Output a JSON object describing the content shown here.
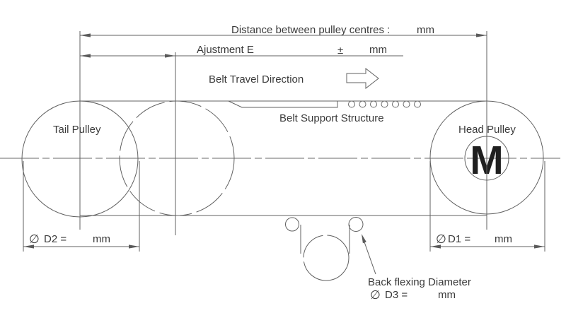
{
  "diagram": {
    "dimensions": {
      "distance": {
        "label": "Distance between pulley centres :",
        "unit": "mm"
      },
      "adjustment": {
        "label": "Ajustment E",
        "tolerance": "±",
        "unit": "mm"
      },
      "d1": {
        "symbol": "∅",
        "label": "D1 =",
        "unit": "mm"
      },
      "d2": {
        "symbol": "∅",
        "label": "D2 =",
        "unit": "mm"
      },
      "d3": {
        "title": "Back flexing Diameter",
        "symbol": "∅",
        "label": "D3 =",
        "unit": "mm"
      }
    },
    "labels": {
      "belt_travel": "Belt Travel Direction",
      "belt_support": "Belt Support Structure",
      "tail_pulley": "Tail Pulley",
      "head_pulley": "Head Pulley",
      "motor": "M"
    },
    "colors": {
      "line": "#606060",
      "text": "#3a3a3a",
      "background": "#ffffff"
    }
  }
}
